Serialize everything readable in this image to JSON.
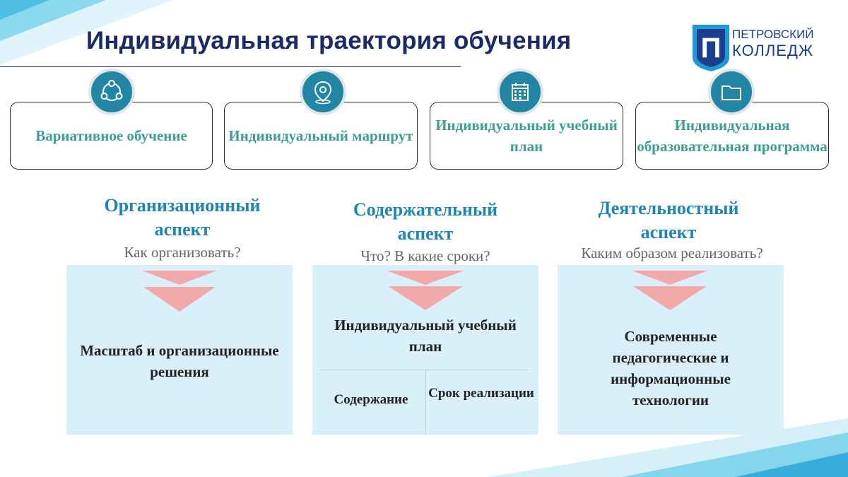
{
  "header": {
    "title": "Индивидуальная траектория обучения",
    "logo": {
      "line1": "ПЕТРОВСКИЙ",
      "line2": "КОЛЛЕДЖ",
      "mark": "П"
    }
  },
  "cards": [
    {
      "label": "Вариативное обучение",
      "icon": "cycle-icon"
    },
    {
      "label": "Индивидуальный маршрут",
      "icon": "location-pin-icon"
    },
    {
      "label": "Индивидуальный учебный план",
      "icon": "calendar-icon"
    },
    {
      "label": "Индивидуальная образовательная программа",
      "icon": "folder-icon"
    }
  ],
  "aspects": [
    {
      "title": "Организационный аспект",
      "question": "Как организовать?",
      "content": "Масштаб и организационные решения"
    },
    {
      "title": "Содержательный аспект",
      "question": "Что? В какие сроки?",
      "content": "Индивидуальный учебный план",
      "sub_left": "Содержание",
      "sub_right": "Срок реализации"
    },
    {
      "title": "Деятельностный аспект",
      "question": "Каким  образом реализовать?",
      "content": "Современные педагогические и информационные технологии"
    }
  ],
  "colors": {
    "title": "#1b2a6b",
    "card_text": "#3c9f90",
    "aspect_title": "#1f86b4",
    "icon_circle": "#2385a4",
    "panel": "#d9f0fb",
    "arrow": "#f2a9a9"
  }
}
